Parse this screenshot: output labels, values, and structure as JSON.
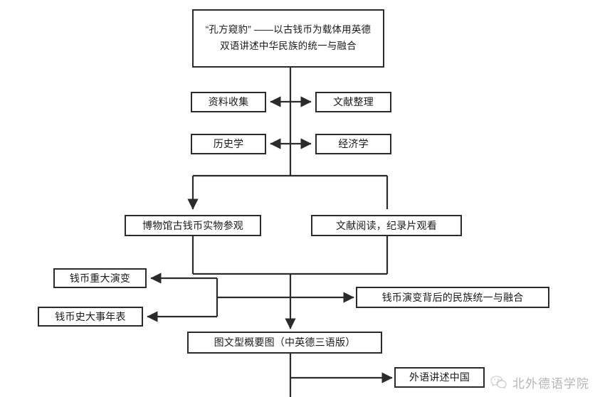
{
  "diagram": {
    "type": "flowchart",
    "orientation": "top-down",
    "background_color": "#ffffff",
    "line_color": "#2b2b2b",
    "nodes": [
      {
        "id": "title",
        "label": "“孔方窥豹” ——以古钱币为载体用英德\n双语讲述中华民族的统一与融合",
        "name": "node-project-title"
      },
      {
        "id": "data-collection",
        "label": "资料收集",
        "name": "node-data-collection"
      },
      {
        "id": "literature-organize",
        "label": "文献整理",
        "name": "node-literature-organize"
      },
      {
        "id": "history",
        "label": "历史学",
        "name": "node-history"
      },
      {
        "id": "economics",
        "label": "经济学",
        "name": "node-economics"
      },
      {
        "id": "museum-visit",
        "label": "博物馆古钱币实物参观",
        "name": "node-museum-visit"
      },
      {
        "id": "reading-documentary",
        "label": "文献阅读，纪录片观看",
        "name": "node-reading-documentary"
      },
      {
        "id": "coin-evolution",
        "label": "钱币重大演变",
        "name": "node-coin-evolution"
      },
      {
        "id": "coin-chronology",
        "label": "钱币史大事年表",
        "name": "node-coin-chronology"
      },
      {
        "id": "ethnic-unity",
        "label": "钱币演变背后的民族统一与融合",
        "name": "node-ethnic-unity"
      },
      {
        "id": "trilingual-overview",
        "label": "图文型概要图（中英德三语版）",
        "name": "node-trilingual-overview"
      },
      {
        "id": "tell-china",
        "label": "外语讲述中国",
        "name": "node-tell-china"
      }
    ],
    "edges": [
      {
        "from": "title",
        "to": "data-collection",
        "style": "arrow-left"
      },
      {
        "from": "title",
        "to": "literature-organize",
        "style": "arrow-right"
      },
      {
        "from": "title",
        "to": "history",
        "style": "arrow-left"
      },
      {
        "from": "title",
        "to": "economics",
        "style": "arrow-right"
      },
      {
        "from": "title",
        "to": "museum-visit",
        "style": "arrow-down"
      },
      {
        "from": "title",
        "to": "reading-documentary",
        "style": "arrow-down"
      },
      {
        "from": "museum-visit",
        "to": "coin-evolution",
        "style": "arrow-left"
      },
      {
        "from": "reading-documentary",
        "to": "coin-chronology",
        "style": "arrow-left"
      },
      {
        "from": "reading-documentary",
        "to": "ethnic-unity",
        "style": "arrow-right"
      },
      {
        "from": "museum-visit",
        "to": "trilingual-overview",
        "style": "arrow-down"
      },
      {
        "from": "trilingual-overview",
        "to": "tell-china",
        "style": "arrow-right"
      }
    ]
  },
  "watermark": {
    "label": "北外德语学院",
    "icon": "wechat-logo-icon",
    "color": "#6d6d6d"
  }
}
